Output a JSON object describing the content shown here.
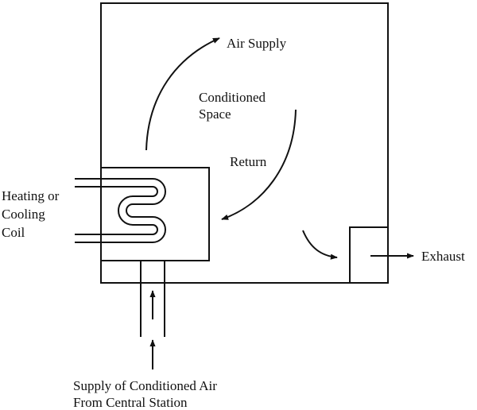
{
  "diagram": {
    "labels": {
      "air_supply": "Air Supply",
      "conditioned_space_line1": "Conditioned",
      "conditioned_space_line2": "Space",
      "return": "Return",
      "coil_line1": "Heating or",
      "coil_line2": "Cooling",
      "coil_line3": "Coil",
      "exhaust": "Exhaust",
      "supply_line1": "Supply of Conditioned Air",
      "supply_line2": "From Central Station"
    },
    "colors": {
      "stroke": "#111111",
      "background": "#ffffff"
    }
  }
}
